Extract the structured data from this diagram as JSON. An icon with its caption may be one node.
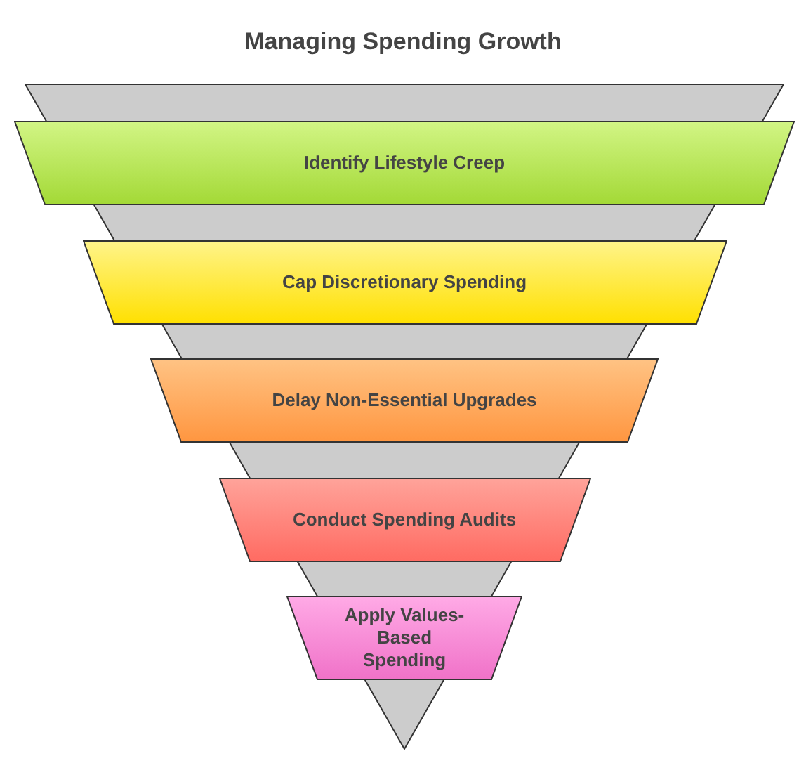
{
  "diagram": {
    "title": "Managing Spending Growth",
    "nodes": [
      {
        "text": [
          "Identify Lifestyle Creep"
        ]
      },
      {
        "text": [
          "Cap Discretionary Spending"
        ]
      },
      {
        "text": [
          "Delay Non-Essential Upgrades"
        ]
      },
      {
        "text": [
          "Conduct Spending Audits"
        ]
      },
      {
        "text": [
          "Apply Values-Based Spending"
        ]
      }
    ],
    "edges": []
  }
}
